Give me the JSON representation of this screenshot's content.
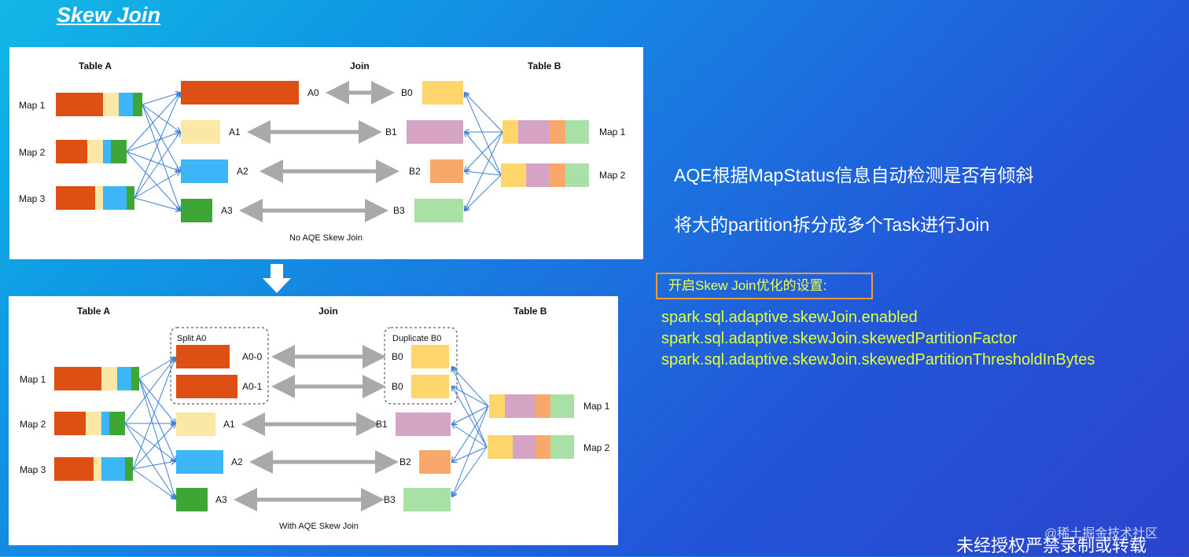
{
  "slide_title": "Skew Join",
  "colors": {
    "orange": "#dd4f12",
    "yellow": "#fdd56b",
    "light_yellow": "#fce8a6",
    "blue": "#3db6f7",
    "green": "#3da634",
    "pink": "#d5a3c4",
    "peach": "#f8a86a",
    "light_green": "#a8e0a6",
    "arrow_gray": "#a9a9a9",
    "line_blue": "#3f7fd6",
    "setting_border": "#f29a38",
    "setting_text": "#f5ff47",
    "config_text": "#e3ff3c"
  },
  "top_diagram": {
    "table_a": "Table A",
    "join": "Join",
    "table_b": "Table B",
    "map_labels_left": [
      "Map 1",
      "Map 2",
      "Map 3"
    ],
    "a_labels": [
      "A0",
      "A1",
      "A2",
      "A3"
    ],
    "b_labels": [
      "B0",
      "B1",
      "B2",
      "B3"
    ],
    "map_labels_right": [
      "Map 1",
      "Map 2"
    ],
    "caption": "No AQE Skew Join"
  },
  "bottom_diagram": {
    "table_a": "Table A",
    "join": "Join",
    "table_b": "Table B",
    "split_label": "Split A0",
    "duplicate_label": "Duplicate B0",
    "map_labels_left": [
      "Map 1",
      "Map 2",
      "Map 3"
    ],
    "a_labels": [
      "A0-0",
      "A0-1",
      "A1",
      "A2",
      "A3"
    ],
    "b_labels": [
      "B0",
      "B0",
      "B1",
      "B2",
      "B3"
    ],
    "map_labels_right": [
      "Map 1",
      "Map 2"
    ],
    "caption": "With AQE Skew Join"
  },
  "bullets": [
    "AQE根据MapStatus信息自动检测是否有倾斜",
    "将大的partition拆分成多个Task进行Join"
  ],
  "settings_title": "开启Skew Join优化的设置:",
  "configs": [
    "spark.sql.adaptive.skewJoin.enabled",
    "spark.sql.adaptive.skewJoin.skewedPartitionFactor",
    "spark.sql.adaptive.skewJoin.skewedPartitionThresholdInBytes"
  ],
  "watermark": "@稀土掘金技术社区",
  "notice": "未经授权严禁录制或转载"
}
